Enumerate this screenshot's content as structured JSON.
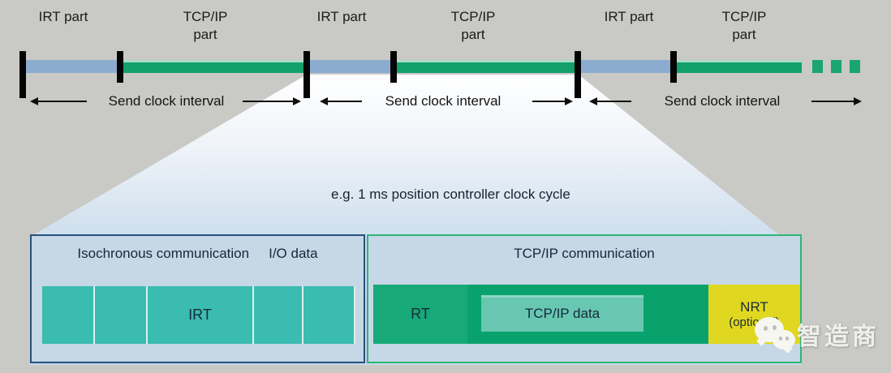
{
  "timeline": {
    "groups": [
      {
        "irt_label": "IRT part",
        "tcpip_label_line1": "TCP/IP",
        "tcpip_label_line2": "part",
        "interval_label": "Send clock interval"
      },
      {
        "irt_label": "IRT part",
        "tcpip_label_line1": "TCP/IP",
        "tcpip_label_line2": "part",
        "interval_label": "Send clock interval"
      },
      {
        "irt_label": "IRT part",
        "tcpip_label_line1": "TCP/IP",
        "tcpip_label_line2": "part",
        "interval_label": "Send clock interval"
      }
    ]
  },
  "cycle_note": "e.g. 1 ms position controller clock cycle",
  "detail": {
    "left_box": {
      "title_main": "Isochronous communication",
      "title_sub": "I/O data",
      "block_label": "IRT"
    },
    "right_box": {
      "title": "TCP/IP communication",
      "rt_label": "RT",
      "data_label": "TCP/IP data",
      "nrt_label": "NRT",
      "nrt_note": "(optional)"
    }
  },
  "watermark": {
    "label": "智造商"
  },
  "colors": {
    "background_gray": "#c9c9c6",
    "irt_bar_blue": "#8caccf",
    "tcp_bar_green": "#13a06b",
    "cell_teal": "#3abcb1",
    "rt_green": "#17aa78",
    "tcp_segment_green": "#09a26d",
    "tcp_data_teal": "#67c7b0",
    "nrt_yellow": "#e0d820",
    "left_box_border": "#27507e",
    "right_box_border": "#2eb576",
    "box_background": "#c6d7e6"
  }
}
